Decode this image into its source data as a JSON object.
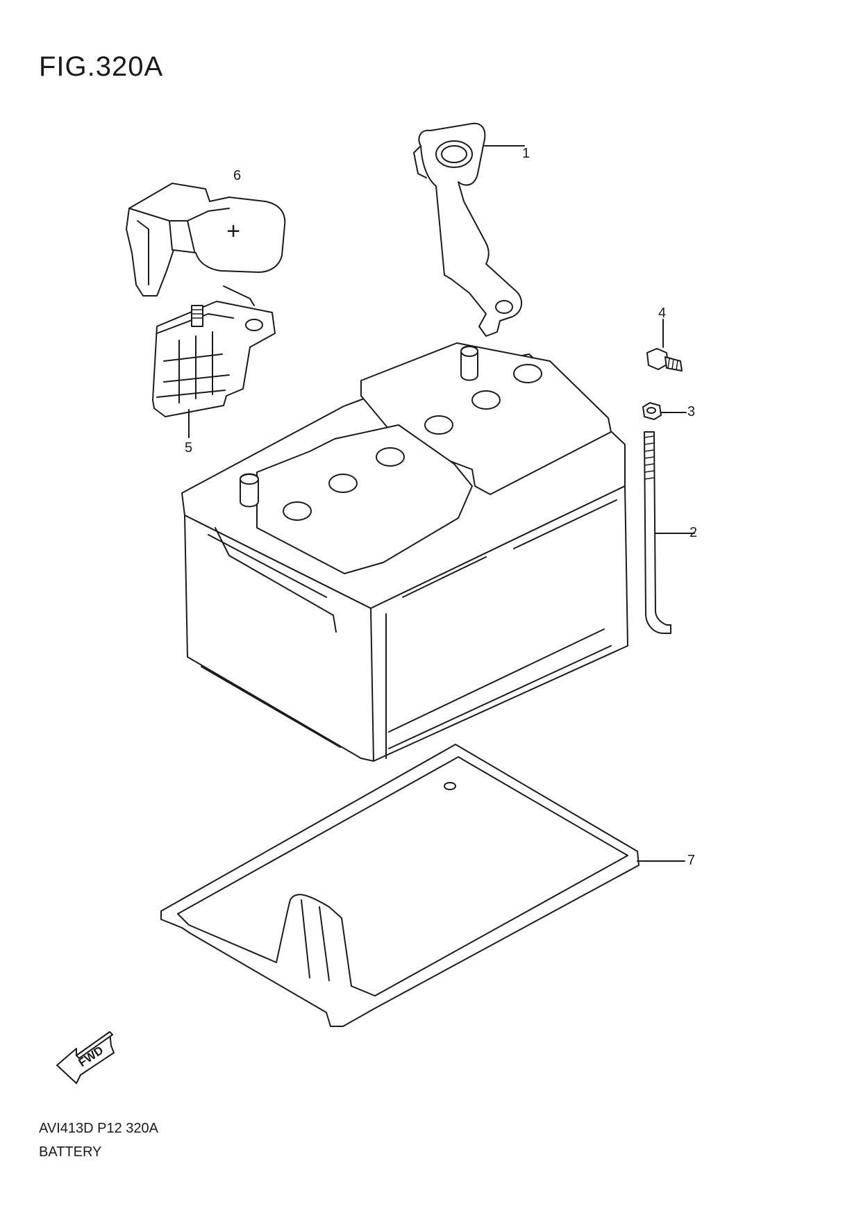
{
  "figure": {
    "title": "FIG.320A"
  },
  "callouts": [
    {
      "id": "c1",
      "label": "1"
    },
    {
      "id": "c2",
      "label": "2"
    },
    {
      "id": "c3",
      "label": "3"
    },
    {
      "id": "c4",
      "label": "4"
    },
    {
      "id": "c5",
      "label": "5"
    },
    {
      "id": "c6",
      "label": "6"
    },
    {
      "id": "c7",
      "label": "7"
    }
  ],
  "terminal_cover_mark": "+",
  "fwd_indicator": {
    "label": "FWD"
  },
  "footer": {
    "code": "AVI413D P12 320A",
    "name": "BATTERY"
  }
}
